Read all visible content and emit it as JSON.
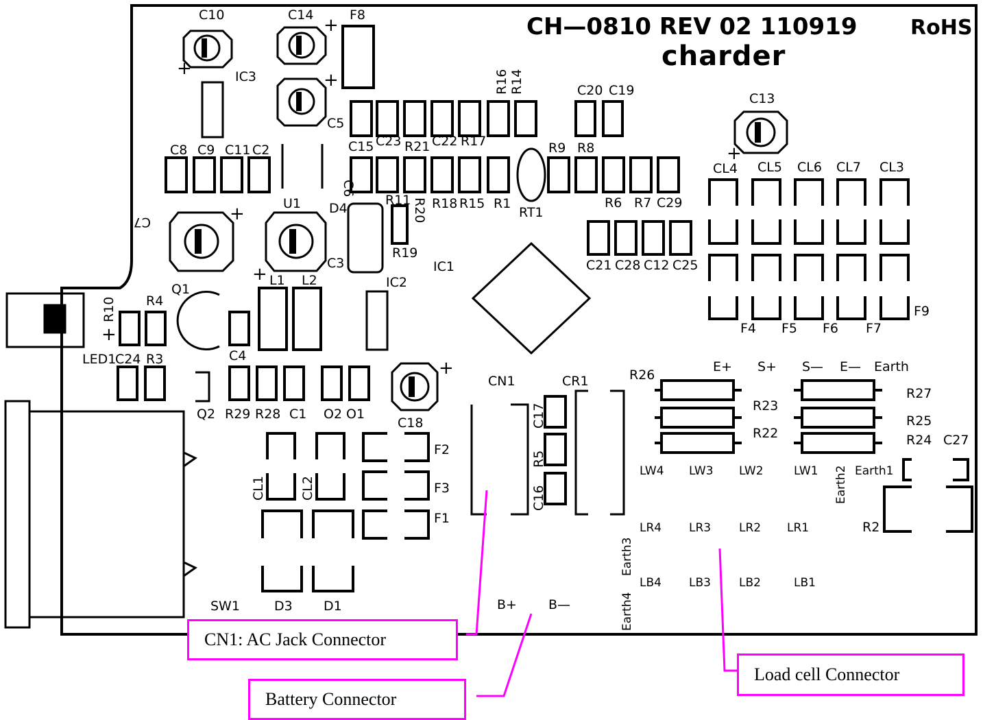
{
  "board": {
    "title": "CH—0810 REV 02 110919",
    "compliance": "RoHS",
    "brand": "charder"
  },
  "components": {
    "C10": "C10",
    "C14": "C14",
    "F8": "F8",
    "IC3": "IC3",
    "R16": "R16",
    "R14": "R14",
    "C20": "C20",
    "C19": "C19",
    "C13": "C13",
    "C5": "C5",
    "C8": "C8",
    "C9": "C9",
    "C11": "C11",
    "C2": "C2",
    "C15": "C15",
    "C23": "C23",
    "R21": "R21",
    "C22": "C22",
    "R17": "R17",
    "R9": "R9",
    "R8": "R8",
    "C6": "C6",
    "CL4": "CL4",
    "CL5": "CL5",
    "CL6": "CL6",
    "CL7": "CL7",
    "CL3": "CL3",
    "R11": "R11",
    "R20": "R20",
    "R18": "R18",
    "R15": "R15",
    "R1": "R1",
    "RT1": "RT1",
    "R6": "R6",
    "R7": "R7",
    "C29": "C29",
    "C7": "C7",
    "U1": "U1",
    "D4": "D4",
    "R19": "R19",
    "C21": "C21",
    "C28": "C28",
    "C12": "C12",
    "C25": "C25",
    "C3": "C3",
    "IC1": "IC1",
    "Q1": "Q1",
    "L1": "L1",
    "L2": "L2",
    "IC2": "IC2",
    "R10": "R10",
    "R4": "R4",
    "F9": "F9",
    "F4": "F4",
    "F5": "F5",
    "F6": "F6",
    "F7": "F7",
    "LED1": "LED1",
    "C4": "C4",
    "C24": "C24",
    "R3": "R3",
    "CN1": "CN1",
    "CR1": "CR1",
    "R26": "R26",
    "E_plus": "E+",
    "S_plus": "S+",
    "S_minus": "S—",
    "E_minus": "E—",
    "Earth": "Earth",
    "Q2": "Q2",
    "R29": "R29",
    "R28": "R28",
    "C1": "C1",
    "O2": "O2",
    "O1": "O1",
    "C18": "C18",
    "C17": "C17",
    "R23": "R23",
    "R27": "R27",
    "R22": "R22",
    "R25": "R25",
    "F2": "F2",
    "R24": "R24",
    "C27": "C27",
    "R5": "R5",
    "LW4": "LW4",
    "LW3": "LW3",
    "LW2": "LW2",
    "LW1": "LW1",
    "Earth2": "Earth2",
    "Earth1": "Earth1",
    "CL1": "CL1",
    "CL2": "CL2",
    "F3": "F3",
    "C16": "C16",
    "F1": "F1",
    "LR4": "LR4",
    "LR3": "LR3",
    "LR2": "LR2",
    "LR1": "LR1",
    "R2": "R2",
    "Earth3": "Earth3",
    "LB4": "LB4",
    "LB3": "LB3",
    "LB2": "LB2",
    "LB1": "LB1",
    "Earth4": "Earth4",
    "SW1": "SW1",
    "D3": "D3",
    "D1": "D1",
    "B_plus": "B+",
    "B_minus": "B—"
  },
  "callouts": {
    "ac_jack": "CN1: AC Jack Connector",
    "battery": "Battery Connector",
    "load_cell": "Load cell Connector"
  },
  "colors": {
    "callout": "#ff00ff",
    "ink": "#000000"
  }
}
